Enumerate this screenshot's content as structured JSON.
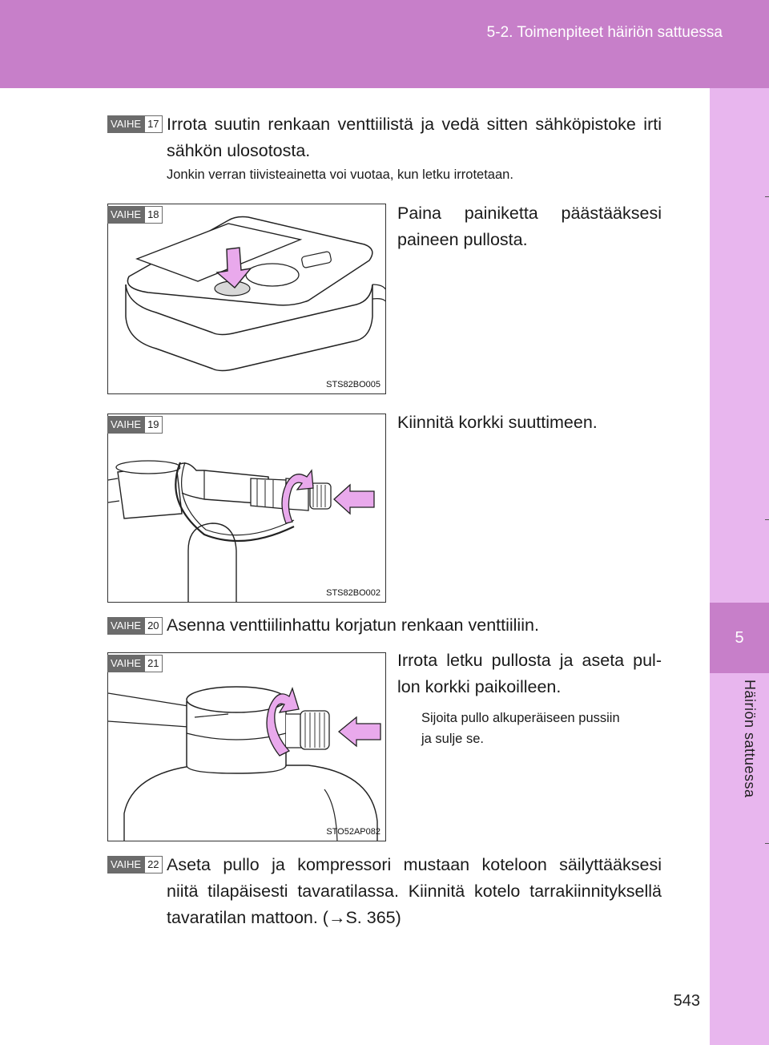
{
  "header": {
    "section_title": "5-2. Toimenpiteet häiriön sattuessa"
  },
  "side_tab": {
    "chapter_number": "5",
    "chapter_title": "Häiriön sattuessa"
  },
  "page_number": "543",
  "badge_word": "VAIHE",
  "steps": [
    {
      "number": "17",
      "line1": "Irrota suutin renkaan venttiilistä ja vedä sitten sähköpistoke irti",
      "line2": "sähkön ulosotosta.",
      "note": "Jonkin verran tiivisteainetta voi vuotaa, kun letku irrotetaan."
    },
    {
      "number": "18",
      "line1": "Paina painiketta päästääksesi",
      "line2": "paineen pullosta.",
      "figure_code": "STS82BO005"
    },
    {
      "number": "19",
      "line1": "Kiinnitä korkki suuttimeen.",
      "figure_code": "STS82BO002"
    },
    {
      "number": "20",
      "line1": "Asenna venttiilinhattu korjatun renkaan venttiiliin."
    },
    {
      "number": "21",
      "line1": "Irrota letku pullosta ja aseta pul-",
      "line2": "lon korkki paikoilleen.",
      "note1": "Sijoita pullo alkuperäiseen pussiin",
      "note2": "ja sulje se.",
      "figure_code": "STO52AP082"
    },
    {
      "number": "22",
      "line1": "Aseta pullo ja kompressori mustaan koteloon säilyttääksesi",
      "line2": "niitä tilapäisesti tavaratilassa. Kiinnitä kotelo tarrakiinnityksellä",
      "line3": "tavaratilan mattoon. (→S. 365)"
    }
  ],
  "colors": {
    "header": "#c77fc9",
    "side_tab": "#e8b6ee",
    "arrow_fill": "#e9a9ec"
  }
}
